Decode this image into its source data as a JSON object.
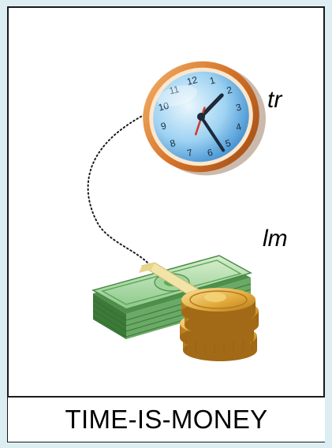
{
  "caption": "TIME-IS-MONEY",
  "labels": {
    "clock_var": "tr",
    "money_var": "lm"
  },
  "clock": {
    "numerals": [
      "12",
      "1",
      "2",
      "3",
      "4",
      "5",
      "6",
      "7",
      "8",
      "9",
      "10",
      "11"
    ]
  },
  "icons": {
    "clock": "clock-icon",
    "cash": "cash-stack-icon",
    "coins": "coin-stack-icon"
  },
  "colors": {
    "background": "#ddeef3",
    "clock_rim": "#d4732a",
    "clock_face": "#7cc4ee",
    "cash_green": "#5fa85c",
    "coin_gold": "#d9a02c",
    "band": "#f2e4a8"
  }
}
